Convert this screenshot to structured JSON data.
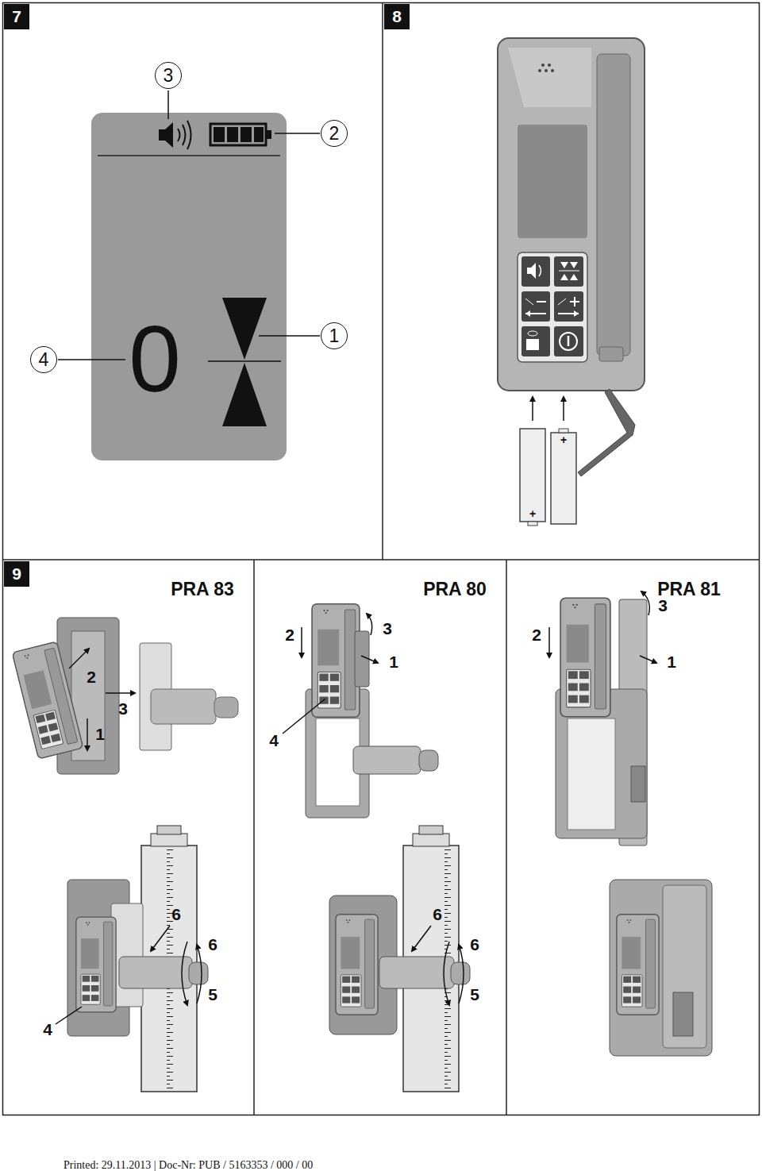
{
  "diagram": {
    "nodes": [
      {
        "text": [
          "7"
        ]
      },
      {
        "text": [
          "3"
        ]
      },
      {
        "text": [
          "2"
        ]
      },
      {
        "text": [
          "1"
        ]
      },
      {
        "text": [
          "4"
        ]
      },
      {
        "text": [
          "8"
        ]
      },
      {
        "text": [
          "9"
        ]
      }
    ],
    "labels": [
      "0",
      "+",
      "+",
      "PRA 83",
      "PRA 80",
      "PRA 81",
      "2",
      "3",
      "1",
      "6",
      "6",
      "5",
      "4",
      "2",
      "3",
      "1",
      "4",
      "6",
      "6",
      "5",
      "2",
      "3",
      "1",
      "Printed: 29.11.2013 | Doc-Nr: PUB / 5163353 / 000 / 00"
    ]
  }
}
